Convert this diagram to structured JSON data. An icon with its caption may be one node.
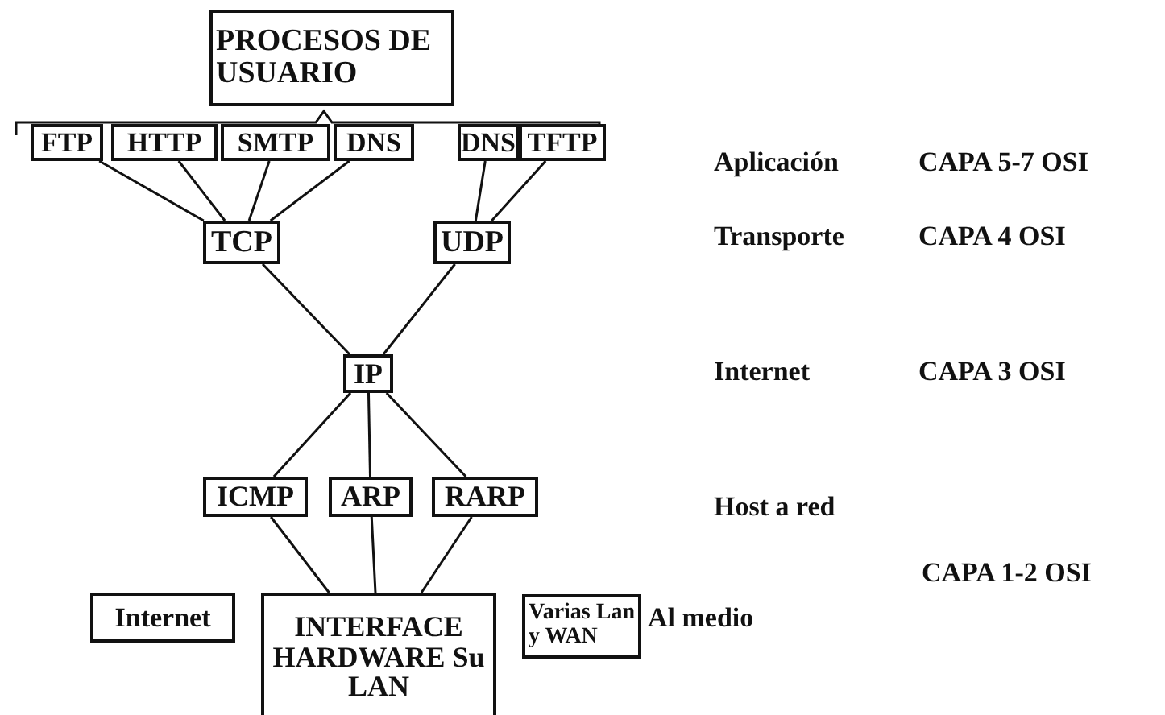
{
  "diagram": {
    "nodes": [
      {
        "text": [
          "PROCESOS DE USUARIO"
        ]
      },
      {
        "text": [
          "FTP"
        ]
      },
      {
        "text": [
          "HTTP"
        ]
      },
      {
        "text": [
          "SMTP"
        ]
      },
      {
        "text": [
          "DNS"
        ]
      },
      {
        "text": [
          "DNS"
        ]
      },
      {
        "text": [
          "TFTP"
        ]
      },
      {
        "text": [
          "TCP"
        ]
      },
      {
        "text": [
          "UDP"
        ]
      },
      {
        "text": [
          "IP"
        ]
      },
      {
        "text": [
          "ICMP"
        ]
      },
      {
        "text": [
          "ARP"
        ]
      },
      {
        "text": [
          "RARP"
        ]
      },
      {
        "text": [
          "Internet"
        ]
      },
      {
        "text": [
          "INTERFACE HARDWARE Su LAN"
        ]
      },
      {
        "text": [
          "Varias Lan y WAN"
        ]
      }
    ],
    "edges": [
      {
        "from": 1,
        "to": 7,
        "arrow": "none"
      },
      {
        "from": 2,
        "to": 7,
        "arrow": "none"
      },
      {
        "from": 3,
        "to": 7,
        "arrow": "none"
      },
      {
        "from": 4,
        "to": 7,
        "arrow": "none"
      },
      {
        "from": 5,
        "to": 8,
        "arrow": "none"
      },
      {
        "from": 6,
        "to": 8,
        "arrow": "none"
      },
      {
        "from": 7,
        "to": 9,
        "arrow": "none"
      },
      {
        "from": 8,
        "to": 9,
        "arrow": "none"
      },
      {
        "from": 9,
        "to": 10,
        "arrow": "none"
      },
      {
        "from": 9,
        "to": 11,
        "arrow": "none"
      },
      {
        "from": 9,
        "to": 12,
        "arrow": "none"
      },
      {
        "from": 10,
        "to": 14,
        "arrow": "none"
      },
      {
        "from": 11,
        "to": 14,
        "arrow": "none"
      },
      {
        "from": 12,
        "to": 14,
        "arrow": "none"
      }
    ],
    "labels": [
      "Aplicación",
      "CAPA 5-7 OSI",
      "Transporte",
      "CAPA 4 OSI",
      "Internet",
      "CAPA 3 OSI",
      "Host a red",
      "CAPA 1-2 OSI",
      "Al medio"
    ]
  }
}
